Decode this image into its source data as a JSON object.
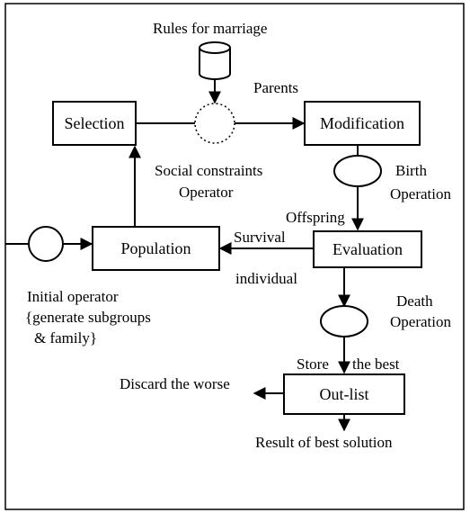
{
  "nodes": {
    "rules_db": "Rules for marriage",
    "selection": "Selection",
    "modification": "Modification",
    "population": "Population",
    "evaluation": "Evaluation",
    "outlist": "Out-list"
  },
  "labels": {
    "parents": "Parents",
    "social_line1": "Social constraints",
    "social_line2": "Operator",
    "birth_line1": "Birth",
    "birth_line2": "Operation",
    "offspring": "Offspring",
    "survival": "Survival",
    "individual": "individual",
    "initial_line1": "Initial operator",
    "initial_line2": "{generate subgroups",
    "initial_line3": "& family}",
    "death_line1": "Death",
    "death_line2": "Operation",
    "store": "Store",
    "the_best": "the best",
    "discard": "Discard the worse",
    "result": "Result of best solution"
  }
}
